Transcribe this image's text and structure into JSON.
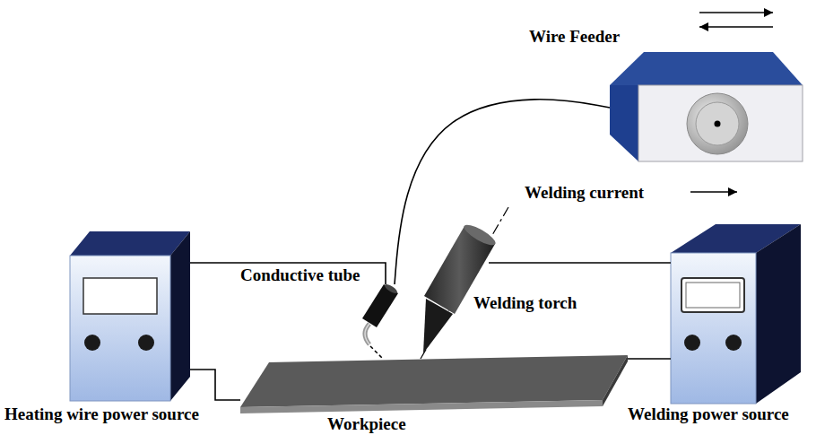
{
  "diagram": {
    "nodes": [
      {
        "text": [
          "Wire Feeder"
        ]
      },
      {
        "text": [
          "Conductive tube"
        ]
      },
      {
        "text": [
          "Welding torch"
        ]
      },
      {
        "text": [
          "Heating wire power source"
        ]
      },
      {
        "text": [
          "Workpiece"
        ]
      },
      {
        "text": [
          "Welding power source"
        ]
      }
    ],
    "edges": [
      {
        "from": 0,
        "to": 1,
        "arrow": "none"
      },
      {
        "from": 3,
        "to": 1,
        "arrow": "none"
      },
      {
        "from": 3,
        "to": 4,
        "arrow": "none"
      },
      {
        "from": 2,
        "to": 5,
        "arrow": "none"
      },
      {
        "from": 4,
        "to": 5,
        "arrow": "none"
      }
    ],
    "labels": [
      "Welding current"
    ]
  }
}
